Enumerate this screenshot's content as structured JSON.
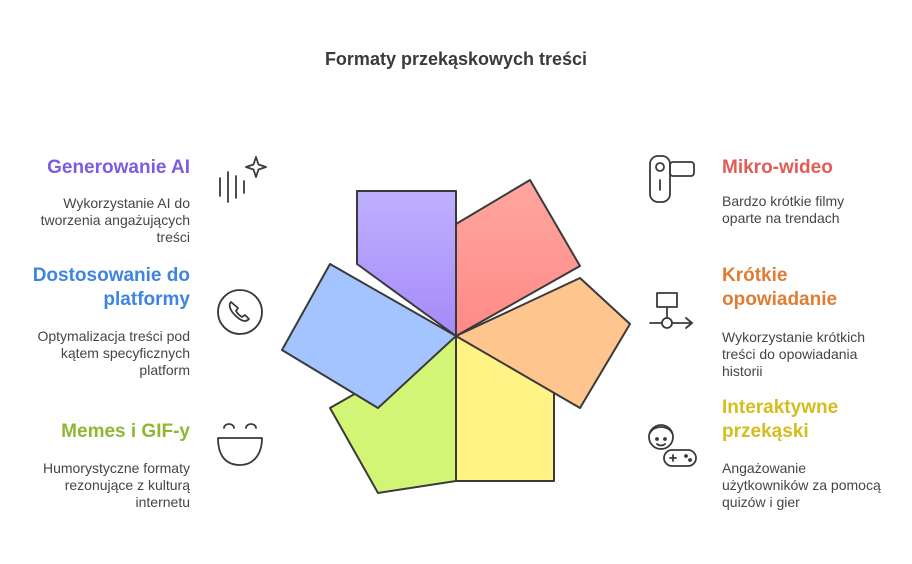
{
  "title": "Formaty przekąskowych treści",
  "colors": {
    "ai": "#7b5ce3",
    "platform": "#3f84e0",
    "memes": "#8fb832",
    "micro": "#e35b55",
    "stories": "#e07d35",
    "interactive": "#d4bd1c"
  },
  "left_items": [
    {
      "heading": "Generowanie AI",
      "desc": "Wykorzystanie AI do tworzenia angażujących treści",
      "icon": "sparkle-bars-icon"
    },
    {
      "heading": "Dostosowanie do platformy",
      "desc": "Optymalizacja treści pod kątem specyficznych platform",
      "icon": "phone-icon"
    },
    {
      "heading": "Memes i GIF-y",
      "desc": "Humorystyczne formaty rezonujące z kulturą internetu",
      "icon": "laugh-face-icon"
    }
  ],
  "right_items": [
    {
      "heading": "Mikro-wideo",
      "desc": "Bardzo krótkie filmy oparte na trendach",
      "icon": "video-camera-icon"
    },
    {
      "heading": "Krótkie opowiadanie",
      "desc": "Wykorzystanie krótkich treści do opowiadania historii",
      "icon": "flowchart-icon"
    },
    {
      "heading": "Interaktywne przekąski",
      "desc": "Angażowanie użytkowników za pomocą quizów i gier",
      "icon": "gamer-icon"
    }
  ]
}
